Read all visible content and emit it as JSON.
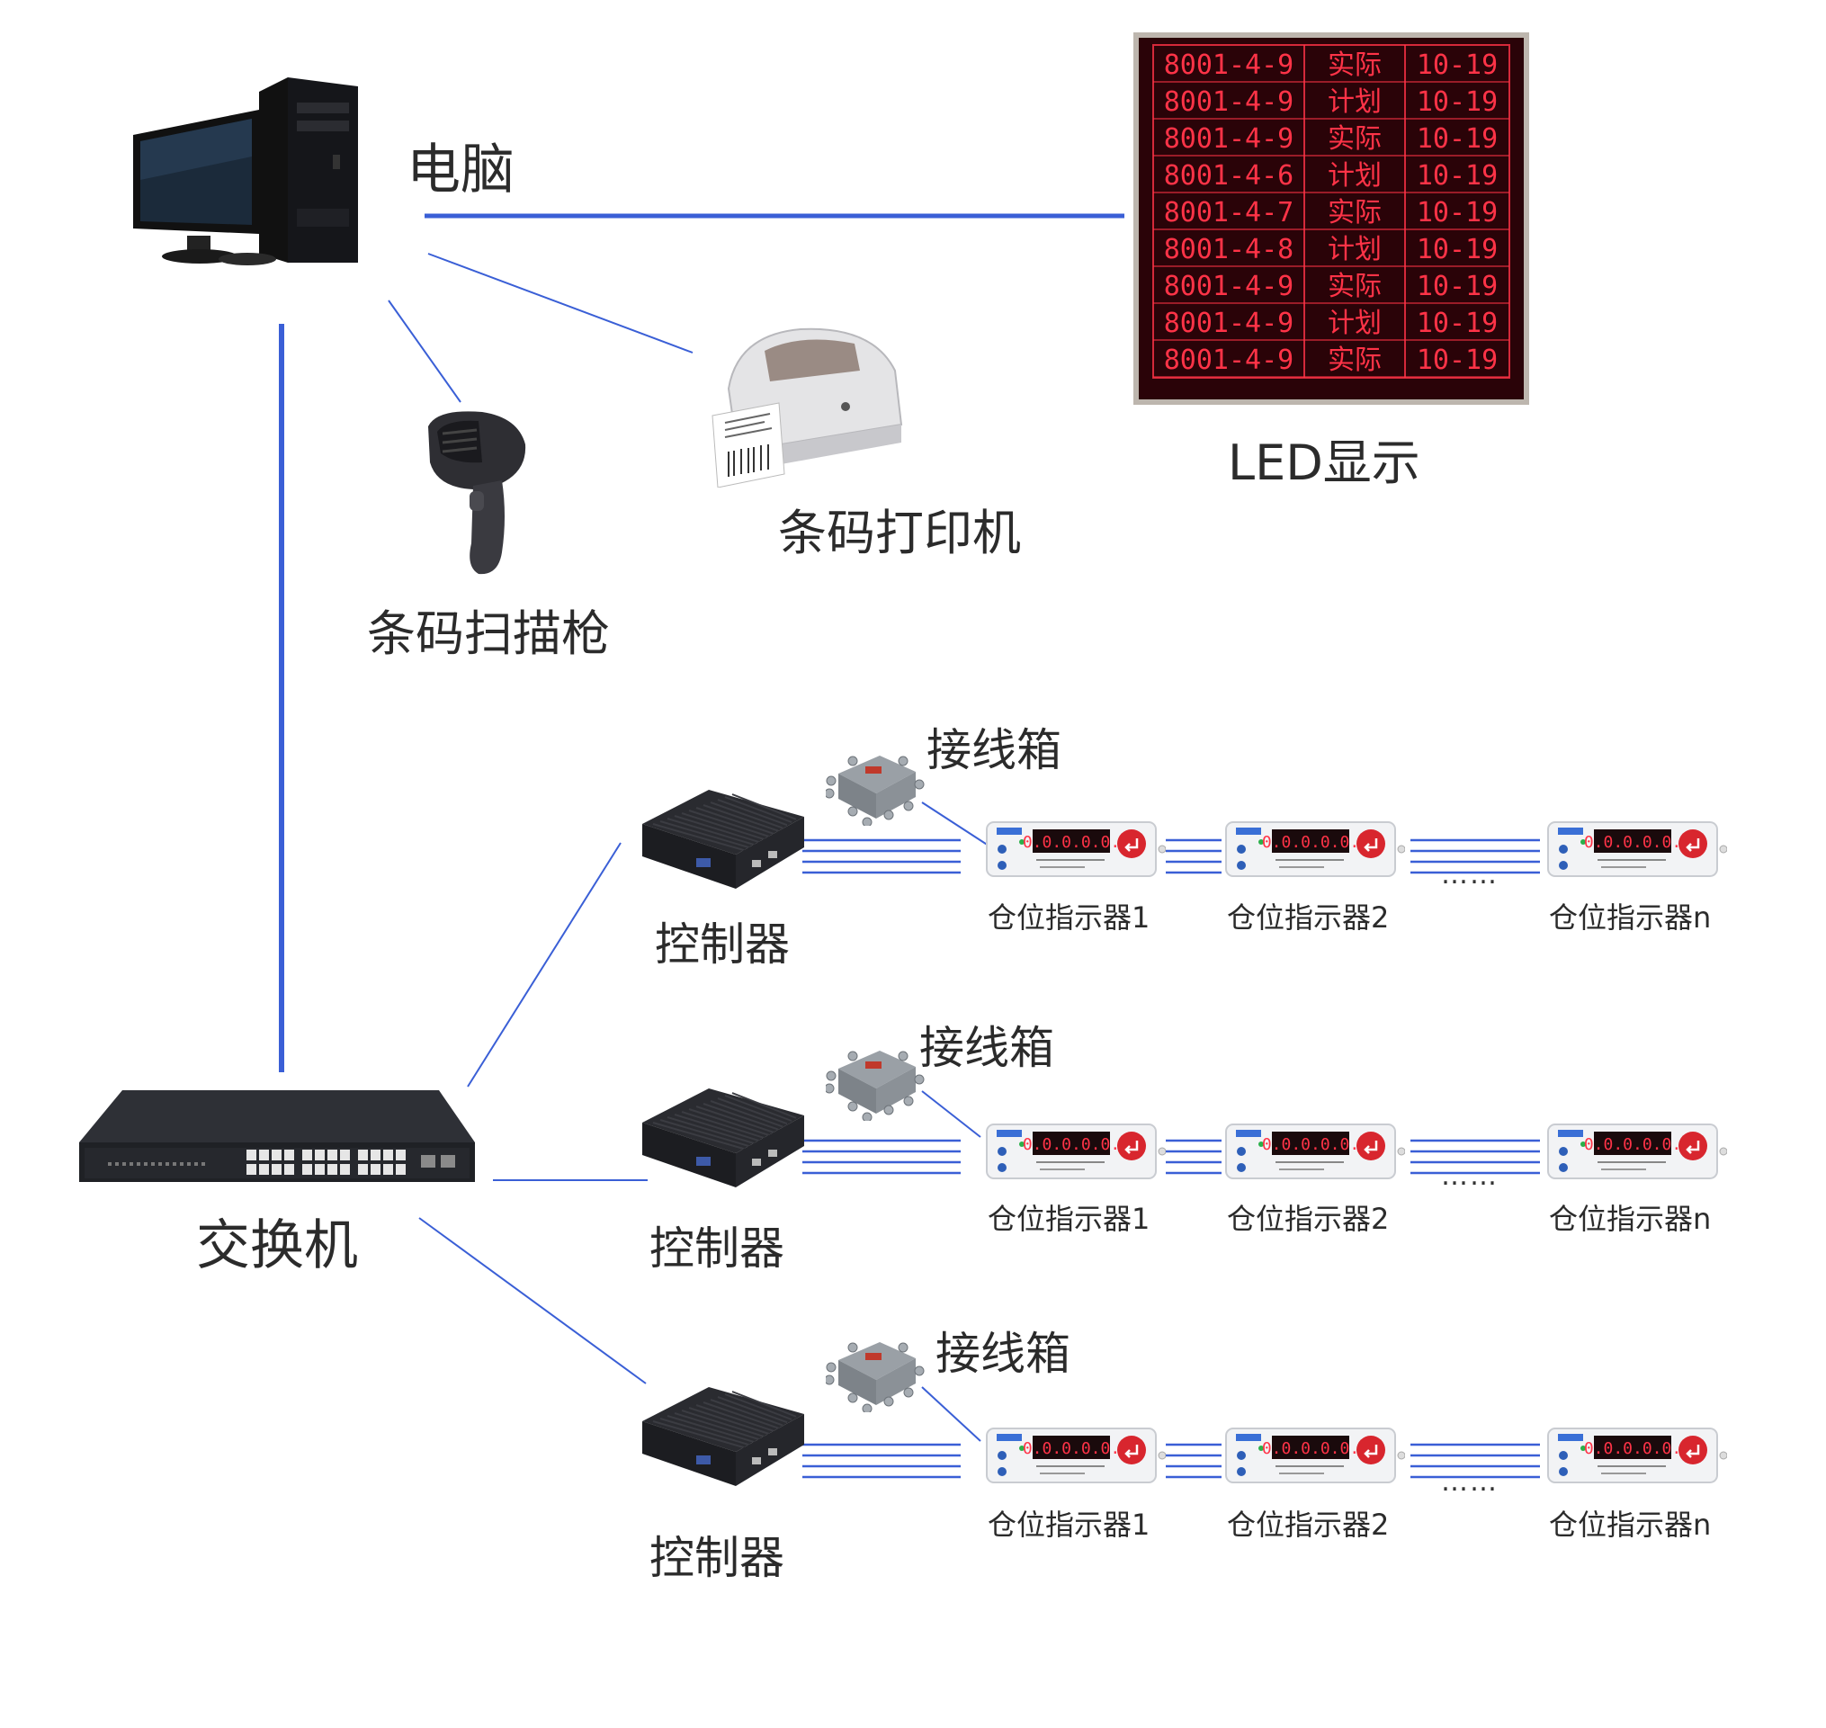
{
  "labels": {
    "computer": "电脑",
    "led": "LED显示",
    "printer": "条码打印机",
    "scanner": "条码扫描枪",
    "switch": "交换机",
    "controller": "控制器",
    "junction_box": "接线箱",
    "indicator_1": "仓位指示器1",
    "indicator_2": "仓位指示器2",
    "indicator_n": "仓位指示器n",
    "ellipsis": "……"
  },
  "led_board": {
    "rows": [
      {
        "code": "8001-4-9",
        "type": "实际",
        "date": "10-19"
      },
      {
        "code": "8001-4-9",
        "type": "计划",
        "date": "10-19"
      },
      {
        "code": "8001-4-9",
        "type": "实际",
        "date": "10-19"
      },
      {
        "code": "8001-4-6",
        "type": "计划",
        "date": "10-19"
      },
      {
        "code": "8001-4-7",
        "type": "实际",
        "date": "10-19"
      },
      {
        "code": "8001-4-8",
        "type": "计划",
        "date": "10-19"
      },
      {
        "code": "8001-4-9",
        "type": "实际",
        "date": "10-19"
      },
      {
        "code": "8001-4-9",
        "type": "计划",
        "date": "10-19"
      },
      {
        "code": "8001-4-9",
        "type": "实际",
        "date": "10-19"
      }
    ]
  },
  "indicator_display": "0.0.0.0.0.",
  "colors": {
    "link": "#3a5fd6",
    "led_bg": "#2a0308",
    "led_text": "#ff3347",
    "device_dark": "#1e1f24",
    "indicator_red": "#d8262e"
  }
}
